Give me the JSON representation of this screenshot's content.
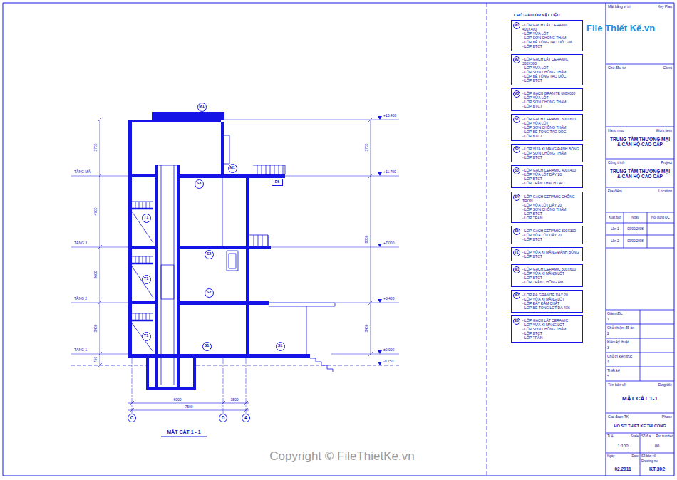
{
  "diagram": {
    "title": "MẶT CẮT 1 - 1",
    "nodes": [
      {
        "text": [
          "M1"
        ]
      },
      {
        "text": [
          "S3"
        ]
      },
      {
        "text": [
          "M1"
        ]
      },
      {
        "text": [
          "E6"
        ]
      },
      {
        "text": [
          "T1"
        ]
      },
      {
        "text": [
          "S2"
        ]
      },
      {
        "text": [
          "T1"
        ]
      },
      {
        "text": [
          "S2"
        ]
      },
      {
        "text": [
          "T1"
        ]
      },
      {
        "text": [
          "S1"
        ]
      },
      {
        "text": [
          "S1"
        ]
      },
      {
        "text": [
          "C"
        ]
      },
      {
        "text": [
          "D"
        ]
      },
      {
        "text": [
          "A"
        ]
      },
      {
        "text": [
          "CHÚ GIẢI LỚP VẬT LIỆU"
        ]
      },
      {
        "text": [
          "M1",
          "- LỚP GẠCH LÁT CERAMIC 400X400",
          "- LỚP VỮA LÓT",
          "- LỚP SƠN CHỐNG THẤM",
          "- LỚP BÊ TÔNG TẠO DỐC 2%",
          "- LỚP BTCT"
        ],
        "in": 14
      },
      {
        "text": [
          "M2",
          "- LỚP GẠCH LÁT CERAMIC 300X300",
          "- LỚP VỮA LÓT",
          "- LỚP SƠN CHỐNG THẤM",
          "- LỚP BÊ TÔNG TẠO DỐC",
          "- LỚP BTCT"
        ],
        "in": 14
      },
      {
        "text": [
          "M3",
          "- LỚP GẠCH GRANITE 600X600",
          "- LỚP VỮA LÓT",
          "- LỚP SƠN CHỐNG THẤM",
          "- LỚP BTCT"
        ],
        "in": 14
      },
      {
        "text": [
          "S1",
          "- LỚP GẠCH CERAMIC 600X600",
          "- LỚP VỮA LÓT",
          "- LỚP SƠN CHỐNG THẤM",
          "- LỚP BÊ TÔNG TẠO DỐC",
          "- LỚP BTCT"
        ],
        "in": 14
      },
      {
        "text": [
          "S2",
          "- LỚP VỮA XI MĂNG ĐÁNH BÓNG",
          "- LỚP SƠN CHỐNG THẤM",
          "- LỚP BTCT"
        ],
        "in": 14
      },
      {
        "text": [
          "S3",
          "- LỚP GẠCH CERAMIC 400X400",
          "- LỚP VỮA LÓT DÀY 20",
          "- LỚP BTCT",
          "- LỚP TRẦN THẠCH CAO"
        ],
        "in": 14
      },
      {
        "text": [
          "S4",
          "- LỚP GẠCH CERAMIC CHỐNG TRƠN",
          "- LỚP VỮA LÓT DÀY 20",
          "- LỚP SƠN CHỐNG THẤM",
          "- LỚP BTCT",
          "- LỚP TRẦN"
        ],
        "in": 14
      },
      {
        "text": [
          "S5",
          "- LỚP GẠCH CERAMIC 300X300",
          "- LỚP VỮA LÓT DÀY 20",
          "- LỚP BTCT"
        ],
        "in": 14
      },
      {
        "text": [
          "T1",
          "- LỚP VỮA XI MĂNG ĐÁNH BÓNG",
          "- LỚP BTCT"
        ],
        "in": 14
      },
      {
        "text": [
          "W1",
          "- LỚP GẠCH CERAMIC 300X600",
          "- LỚP VỮA XI MĂNG LÓT",
          "- LỚP BTCT",
          "- LỚP TRẦN CHỐNG ẨM"
        ],
        "in": 14
      },
      {
        "text": [
          "W2",
          "- LỚP ĐÁ GRANITE DÀY 20",
          "- LỚP VỮA XI MĂNG LÓT",
          "- LỚP ĐẤT ĐẦM CHẶT",
          "- LỚP BÊ TÔNG LÓT ĐÁ 4X6"
        ],
        "in": 14
      },
      {
        "text": [
          "E6",
          "- LỚP GẠCH LÁT CERAMIC",
          "- LỚP VỮA XI MĂNG LÓT",
          "- LỚP SƠN CHỐNG THẤM",
          "- LỚP BTCT",
          "- LỚP TRẦN"
        ],
        "in": 14
      },
      {
        "text": [
          "Mặt bằng vị trí",
          "Key Plan"
        ]
      },
      {
        "text": [
          "Chủ đầu tư",
          "Client"
        ]
      },
      {
        "text": [
          "Hạng mục",
          "Work item",
          "TRUNG TÂM THƯƠNG MẠI & CĂN HỘ CAO CẤP"
        ]
      },
      {
        "text": [
          "Công trình",
          "Project",
          "TRUNG TÂM THƯƠNG MẠI & CĂN HỘ CAO CẤP"
        ]
      },
      {
        "text": [
          "Địa điểm",
          "Location"
        ]
      },
      {
        "text": [
          "Xuất bản",
          "Ngày",
          "Nội dung ĐC",
          "Lần 1",
          "00/00/2008",
          "Lần 2",
          "00/00/2008"
        ]
      },
      {
        "text": [
          "Giám đốc",
          "1",
          "Chủ nhiệm đồ án",
          "2",
          "Kiểm kỹ thuật",
          "3",
          "Chủ trì kiến trúc",
          "4",
          "Thiết kế",
          "5"
        ]
      },
      {
        "text": [
          "Tên bản vẽ",
          "Dwg.title",
          "MẶT CẮT 1-1"
        ]
      },
      {
        "text": [
          "Giai đoạn TK",
          "Phase",
          "HỒ SƠ THIẾT KẾ THI CÔNG"
        ]
      },
      {
        "text": [
          "Tỉ lệ",
          "Scale",
          "Số đ.a",
          "Pro.number",
          "1:100",
          "00"
        ]
      },
      {
        "text": [
          "Ngày",
          "Date",
          "Số bản vẽ",
          "Drawing no",
          "02.2011",
          "KT.302"
        ]
      }
    ],
    "labels": [
      "TẦNG MÁI",
      "TẦNG 3",
      "TẦNG 2",
      "TẦNG 1",
      "3700",
      "4700",
      "3600",
      "3400",
      "750",
      "3700",
      "8300",
      "3400",
      "+15.400",
      "+11.700",
      "+7.000",
      "+3.400",
      "±0.000",
      "-0.750",
      "6000",
      "1500",
      "7500",
      "File Thiết Kế.vn",
      "Copyright © FileThietKe.vn"
    ]
  }
}
